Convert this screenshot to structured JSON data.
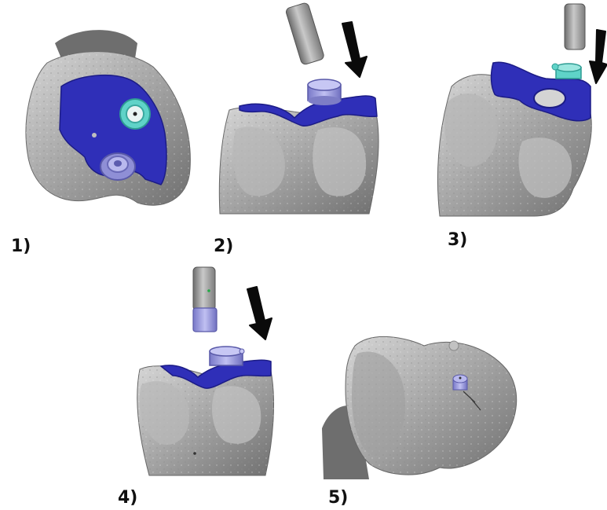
{
  "panels": [
    {
      "step": "1)"
    },
    {
      "step": "2)"
    },
    {
      "step": "3)"
    },
    {
      "step": "4)"
    },
    {
      "step": "5)"
    }
  ],
  "colors": {
    "bone": "#a9a9a9",
    "bone_dark": "#7a7a7a",
    "bone_light": "#d2d2d2",
    "guide": "#2f2fb8",
    "guide_dark": "#1c1c86",
    "sleeve": "#8f8fd6",
    "sleeve_light": "#b9b9ee",
    "teal": "#5fd3c8",
    "drill": "#9a9a9a",
    "arrow": "#0a0a0a"
  }
}
